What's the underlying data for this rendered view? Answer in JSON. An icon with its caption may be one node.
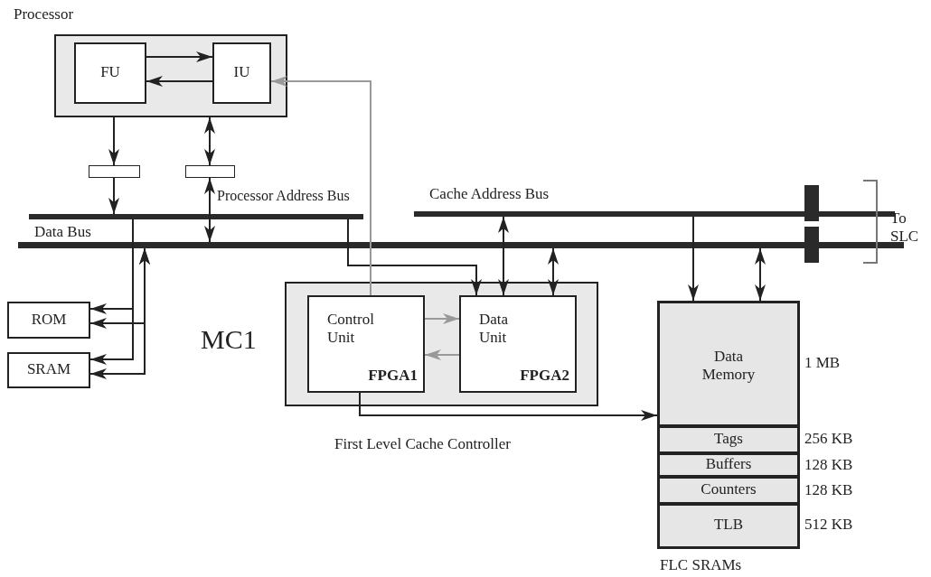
{
  "diagram": {
    "nodes": [
      {
        "text": [
          "Processor"
        ]
      },
      {
        "text": [
          "FU"
        ],
        "in": 0
      },
      {
        "text": [
          "IU"
        ],
        "in": 0
      },
      {
        "text": [],
        "shape": "bar"
      },
      {
        "text": [],
        "shape": "bar"
      },
      {
        "text": [
          "Processor Address Bus"
        ]
      },
      {
        "text": [
          "Data Bus"
        ]
      },
      {
        "text": [
          "Cache Address Bus"
        ]
      },
      {
        "text": [
          "ROM"
        ]
      },
      {
        "text": [
          "SRAM"
        ]
      },
      {
        "text": [
          "MC1"
        ],
        "beside": [
          "First Level Cache Controller"
        ]
      },
      {
        "text": [
          "Control Unit",
          "FPGA1"
        ],
        "in": 10
      },
      {
        "text": [
          "Data Unit",
          "FPGA2"
        ],
        "in": 10
      },
      {
        "text": [
          "FLC SRAMs"
        ]
      },
      {
        "text": [
          "Data Memory"
        ],
        "beside": [
          "1 MB"
        ],
        "in": 13
      },
      {
        "text": [
          "Tags"
        ],
        "beside": [
          "256 KB"
        ],
        "in": 13
      },
      {
        "text": [
          "Buffers"
        ],
        "beside": [
          "128 KB"
        ],
        "in": 13
      },
      {
        "text": [
          "Counters"
        ],
        "beside": [
          "128 KB"
        ],
        "in": 13
      },
      {
        "text": [
          "TLB"
        ],
        "beside": [
          "512 KB"
        ],
        "in": 13
      }
    ],
    "edges": [
      {
        "from": 1,
        "to": 2,
        "arrow": "to"
      },
      {
        "from": 2,
        "to": 1,
        "arrow": "to"
      },
      {
        "from": 0,
        "to": 3,
        "arrow": "to"
      },
      {
        "from": 3,
        "to": 5,
        "arrow": "to"
      },
      {
        "from": 0,
        "to": 4,
        "arrow": "both"
      },
      {
        "from": 4,
        "to": 6,
        "arrow": "both"
      },
      {
        "from": 5,
        "to": 8,
        "arrow": "to"
      },
      {
        "from": 5,
        "to": 9,
        "arrow": "to"
      },
      {
        "from": 6,
        "to": 8,
        "arrow": "both"
      },
      {
        "from": 6,
        "to": 9,
        "arrow": "both"
      },
      {
        "from": 5,
        "to": 12,
        "arrow": "to"
      },
      {
        "from": 7,
        "to": 12,
        "arrow": "both"
      },
      {
        "from": 6,
        "to": 12,
        "arrow": "both"
      },
      {
        "from": 7,
        "to": 13,
        "arrow": "to"
      },
      {
        "from": 6,
        "to": 13,
        "arrow": "both"
      },
      {
        "from": 11,
        "to": 14,
        "arrow": "to"
      },
      {
        "from": 11,
        "to": 2,
        "arrow": "to",
        "color": "#999999"
      },
      {
        "from": 11,
        "to": 12,
        "arrow": "to",
        "color": "#999999"
      },
      {
        "from": 12,
        "to": 11,
        "arrow": "to",
        "color": "#999999"
      }
    ],
    "labels": [
      "To SLC"
    ]
  }
}
